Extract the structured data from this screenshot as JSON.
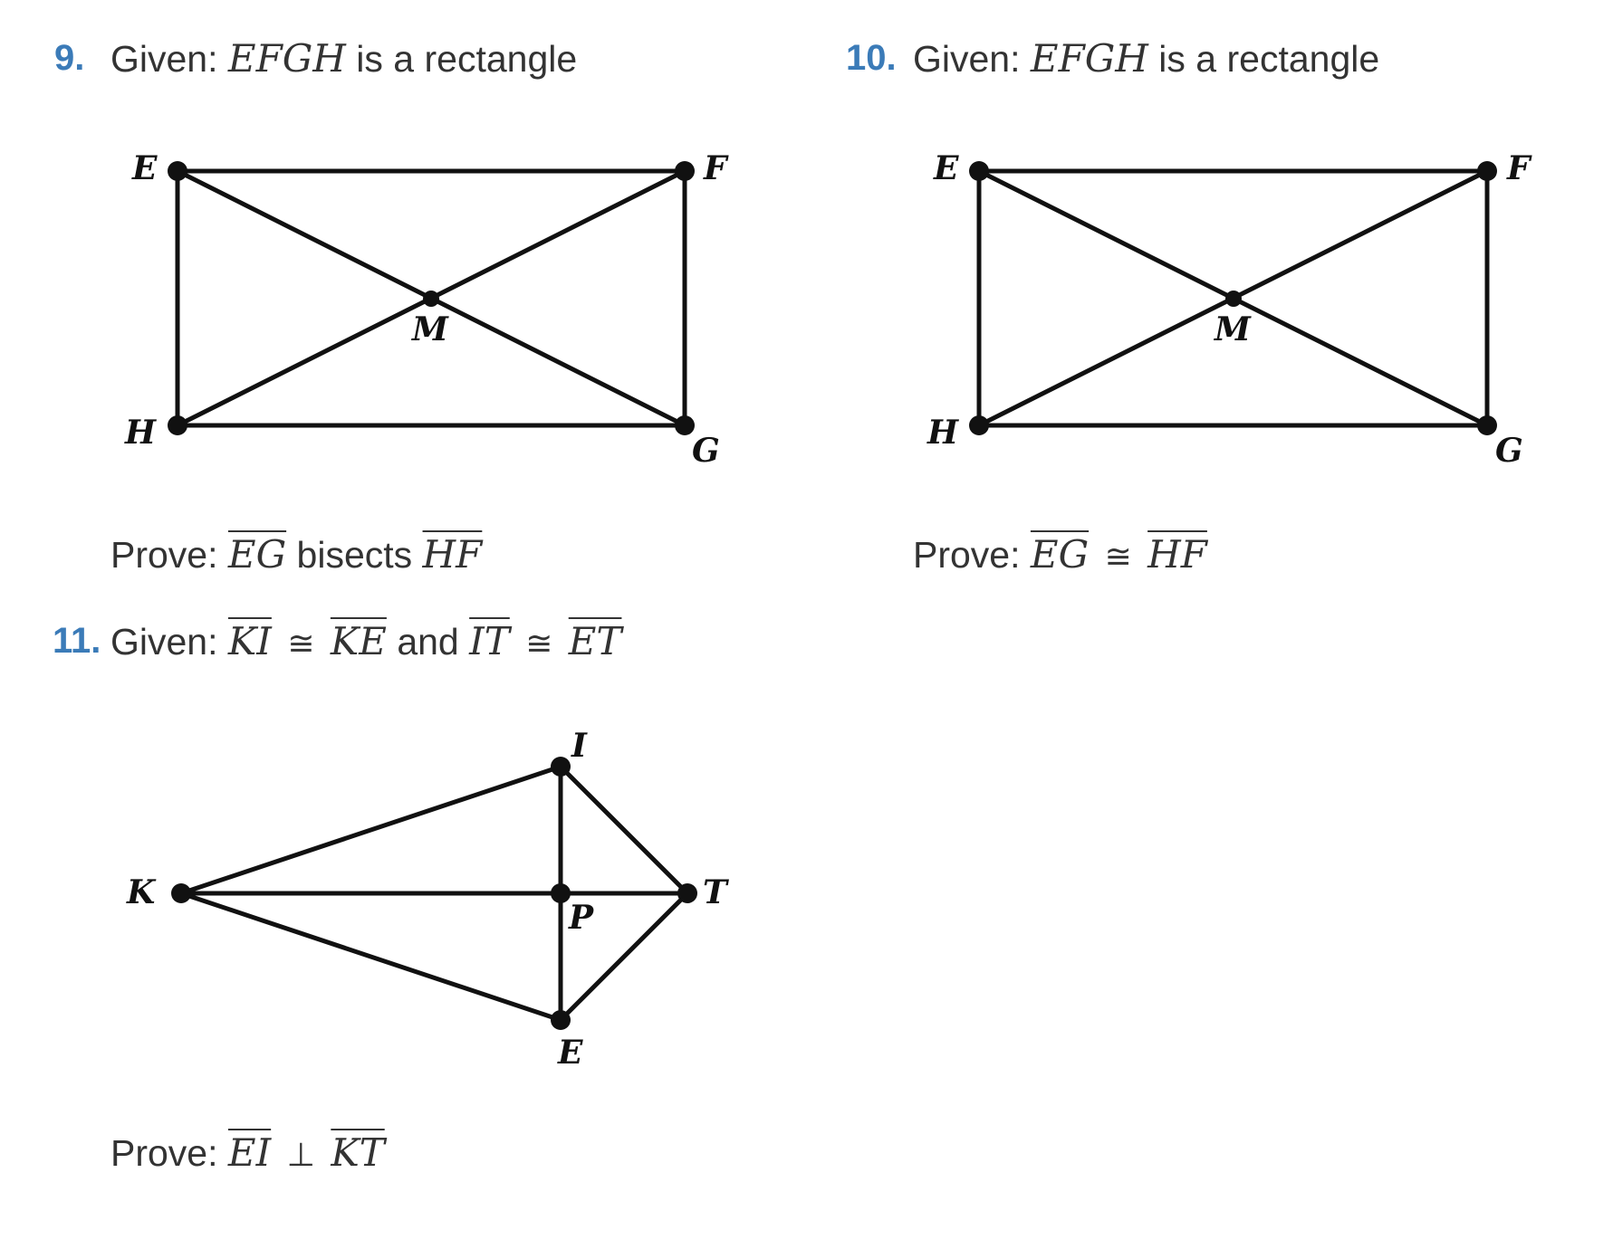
{
  "p9": {
    "number": "9.",
    "given_label": "Given:",
    "given_name": "EFGH",
    "given_text": "is a rectangle",
    "labels": {
      "E": "E",
      "F": "F",
      "G": "G",
      "H": "H",
      "M": "M"
    },
    "prove_label": "Prove:",
    "prove_seg1": "EG",
    "prove_rel": "bisects",
    "prove_seg2": "HF"
  },
  "p10": {
    "number": "10.",
    "given_label": "Given:",
    "given_name": "EFGH",
    "given_text": "is a rectangle",
    "labels": {
      "E": "E",
      "F": "F",
      "G": "G",
      "H": "H",
      "M": "M"
    },
    "prove_label": "Prove:",
    "prove_seg1": "EG",
    "prove_rel": "≅",
    "prove_seg2": "HF"
  },
  "p11": {
    "number": "11.",
    "given_label": "Given:",
    "given_seg1": "KI",
    "given_rel1": "≅",
    "given_seg2": "KE",
    "given_and": "and",
    "given_seg3": "IT",
    "given_rel2": "≅",
    "given_seg4": "ET",
    "labels": {
      "K": "K",
      "I": "I",
      "T": "T",
      "P": "P",
      "E": "E"
    },
    "prove_label": "Prove:",
    "prove_seg1": "EI",
    "prove_rel": "⊥",
    "prove_seg2": "KT"
  },
  "colors": {
    "number": "#3b7bb8",
    "text": "#333333",
    "figure": "#111111"
  }
}
